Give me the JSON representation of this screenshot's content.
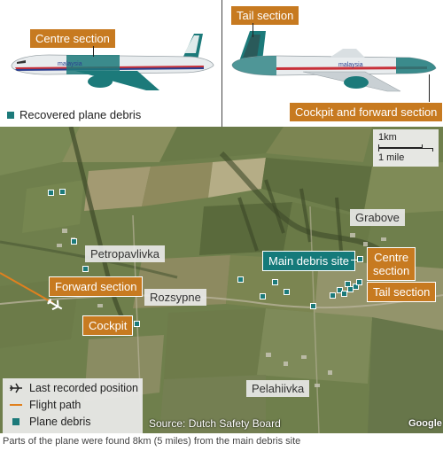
{
  "top_panel": {
    "left_callout": "Centre section",
    "right_callouts": {
      "tail": "Tail section",
      "cockpit": "Cockpit and forward section"
    },
    "legend": "Recovered plane debris",
    "airline_text": "malaysia"
  },
  "map": {
    "scale": {
      "km": "1km",
      "mile": "1 mile"
    },
    "places": {
      "petropavlivka": "Petropavlivka",
      "rozsypne": "Rozsypne",
      "grabove": "Grabove",
      "pelahiivka": "Pelahiivka"
    },
    "callouts": {
      "forward_section": "Forward section",
      "cockpit": "Cockpit",
      "main_debris_site": "Main debris site",
      "centre_section": "Centre\nsection",
      "tail_section": "Tail section"
    },
    "legend": {
      "last_position": "Last recorded position",
      "flight_path": "Flight path",
      "plane_debris": "Plane debris"
    },
    "source": "Source: Dutch Safety Board",
    "google": "Google",
    "colors": {
      "debris": "#1c7a7a",
      "callout": "#c77a20",
      "teal": "#157a7a",
      "flight_path": "#e0801e"
    }
  },
  "caption": "Parts of the plane were found 8km (5 miles) from the main debris site"
}
